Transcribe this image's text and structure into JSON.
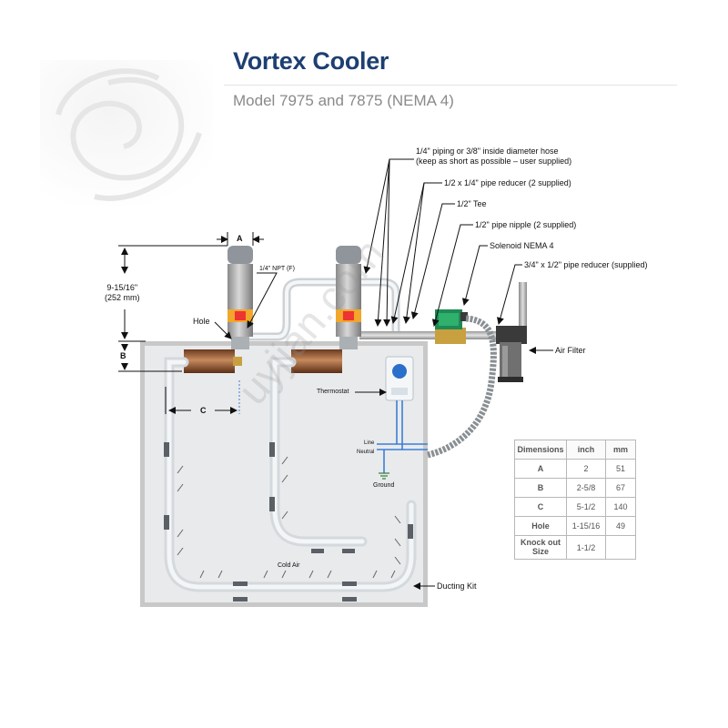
{
  "header": {
    "title": "Vortex Cooler",
    "subtitle": "Model 7975 and 7875 (NEMA 4)"
  },
  "callouts": {
    "piping_line1": "1/4\" piping or 3/8\" inside diameter hose",
    "piping_line2": "(keep as short as possible – user supplied)",
    "pipe_reducer": "1/2 x 1/4\" pipe reducer (2 supplied)",
    "tee": "1/2\" Tee",
    "pipe_nipple": "1/2\" pipe nipple (2 supplied)",
    "solenoid": "Solenoid NEMA 4",
    "reducer_supplied": "3/4\" x 1/2\" pipe reducer (supplied)",
    "air_filter": "Air Filter",
    "npt": "1/4\" NPT (F)",
    "hole": "Hole",
    "thermostat": "Thermostat",
    "line": "Line",
    "neutral": "Neutral",
    "ground": "Ground",
    "cold_air": "Cold Air",
    "ducting_kit": "Ducting Kit"
  },
  "dimension_labels": {
    "a": "A",
    "b": "B",
    "c": "C",
    "height_line1": "9-15/16\"",
    "height_line2": "(252 mm)"
  },
  "dimensions_table": {
    "headers": [
      "Dimensions",
      "inch",
      "mm"
    ],
    "rows": [
      {
        "name": "A",
        "inch": "2",
        "mm": "51"
      },
      {
        "name": "B",
        "inch": "2-5/8",
        "mm": "67"
      },
      {
        "name": "C",
        "inch": "5-1/2",
        "mm": "140"
      },
      {
        "name": "Hole",
        "inch": "1-15/16",
        "mm": "49"
      },
      {
        "name": "Knock out Size",
        "inch": "1-1/2",
        "mm": ""
      }
    ]
  },
  "watermark": "uyjian.com"
}
